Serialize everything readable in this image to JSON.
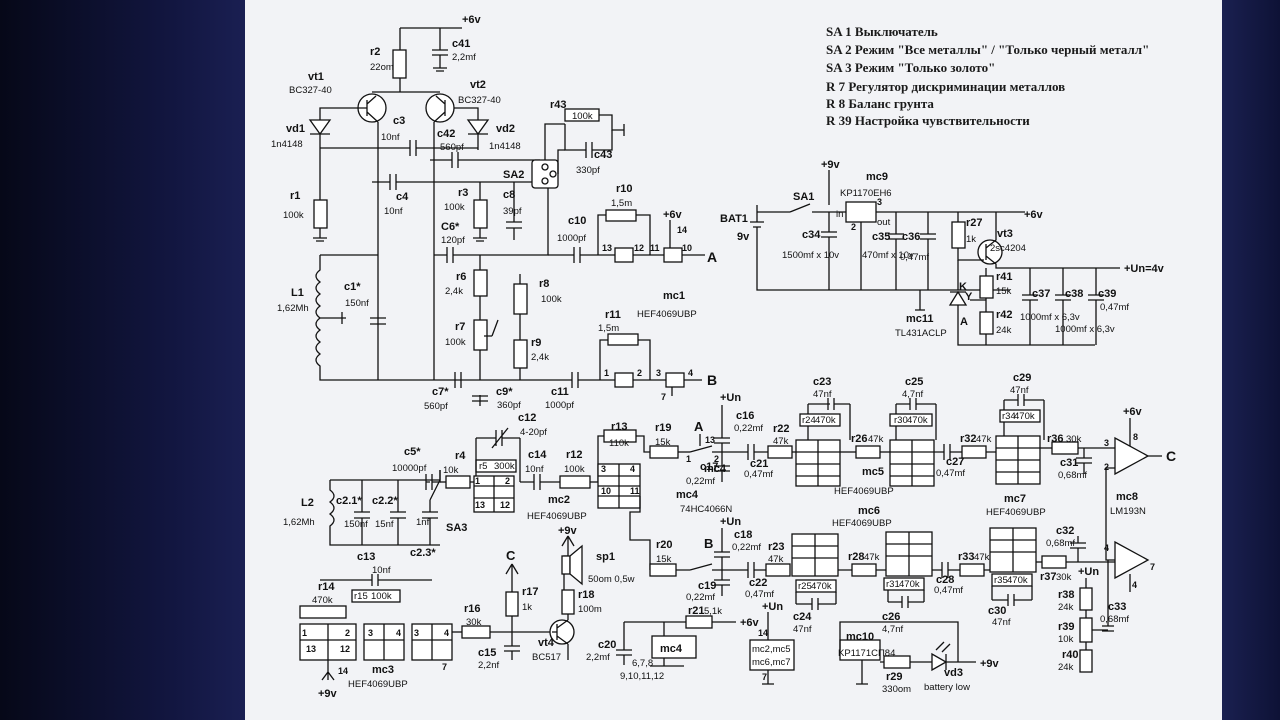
{
  "legend": [
    "SA 1 Выключатель",
    "SA 2 Режим \"Все металлы\" / \"Только черный металл\"",
    "SA 3 Режим \"Только золото\"",
    "R 7 Регулятор дискриминации металлов",
    "R 8 Баланс грунта",
    "R 39 Настройка чувствительности"
  ],
  "labels": {
    "p6v_top": "+6v",
    "c41": "c41",
    "c41v": "2,2mf",
    "r2": "r2",
    "r2v": "22om",
    "vt1": "vt1",
    "vt1t": "BC327-40",
    "vt2": "vt2",
    "vt2t": "BC327-40",
    "vd1": "vd1",
    "vd1t": "1n4148",
    "vd2": "vd2",
    "vd2t": "1n4148",
    "c3": "c3",
    "c3v": "10nf",
    "c42": "c42",
    "c42v": "560pf",
    "c4": "c4",
    "c4v": "10nf",
    "r1": "r1",
    "r1v": "100k",
    "r3": "r3",
    "r3v": "100k",
    "c8": "c8",
    "c8v": "39pf",
    "c6": "C6*",
    "c6v": "120pf",
    "sa2": "SA2",
    "r43": "r43",
    "r43v": "100k",
    "c43": "c43",
    "c43v": "330pf",
    "r10": "r10",
    "r10v": "1,5m",
    "c10": "c10",
    "c10v": "1000pf",
    "p6v_b": "+6v",
    "p13": "13",
    "p12": "12",
    "p11": "11",
    "p10": "10",
    "p14": "14",
    "outA": "A",
    "l1": "L1",
    "l1v": "1,62Mh",
    "c1": "c1*",
    "c1v": "150nf",
    "r6": "r6",
    "r6v": "2,4k",
    "r7": "r7",
    "r7v": "100k",
    "r8": "r8",
    "r8v": "100k",
    "r9": "r9",
    "r9v": "2,4k",
    "mc1": "mc1",
    "mc1t": "HEF4069UBP",
    "r11": "r11",
    "r11v": "1,5m",
    "c7": "c7*",
    "c7v": "560pf",
    "c9": "c9*",
    "c9v": "360pf",
    "c11": "c11",
    "c11v": "1000pf",
    "q1": "1",
    "q2": "2",
    "q3": "3",
    "q4": "4",
    "q7": "7",
    "outB": "B",
    "p9v": "+9v",
    "mc9": "mc9",
    "mc9t": "KP1170EH6",
    "sa1": "SA1",
    "bat1": "BAT1",
    "bat1v": "9v",
    "in": "in",
    "out": "out",
    "g": "2",
    "n3": "3",
    "c34": "c34",
    "c34v": "1500mf\nx\n10v",
    "c35": "c35",
    "c35v": "470mf x 10v",
    "c36": "c36",
    "c36v": "0,47mf",
    "p6v_c": "+6v",
    "r27": "r27",
    "r27v": "1k",
    "vt3": "vt3",
    "vt3t": "2sc4204",
    "r41": "r41",
    "r41v": "15k",
    "r42": "r42",
    "r42v": "24k",
    "mc11": "mc11",
    "mc11t": "TL431ACLP",
    "K": "K",
    "Y": "Y",
    "Akat": "A",
    "c37": "c37",
    "c38": "c38",
    "c39": "c39",
    "c37v": "1000mf x 6,3v",
    "c38v": "1000mf x 6,3v",
    "c39v": "0,47mf",
    "un4": "+Un=4v",
    "c12": "c12",
    "c12v": "4-20pf",
    "c5": "c5*",
    "c5v": "10000pf",
    "r4": "r4",
    "r4v": "10k",
    "r5": "r5",
    "r5v": "300k",
    "c14": "c14",
    "c14v": "10nf",
    "r12": "r12",
    "r12v": "100k",
    "mc2": "mc2",
    "mc2t": "HEF4069UBP",
    "r13": "r13",
    "r13v": "110k",
    "r19": "r19",
    "r19v": "15k",
    "inA": "A",
    "c16": "c16",
    "c16v": "0,22mf",
    "c17": "c17",
    "c17v": "0,22mf",
    "c21": "c21",
    "c21v": "0,47mf",
    "mc4": "mc4",
    "mc4t": "74HC4066N",
    "unA": "+Un",
    "r22": "r22",
    "r22v": "47k",
    "c23": "c23",
    "c23v": "47nf",
    "r24": "r24",
    "r24v": "470k",
    "r26": "r26",
    "r26v": "47k",
    "c25": "c25",
    "c25v": "4,7nf",
    "r30": "r30",
    "r30v": "470k",
    "mc5": "mc5",
    "mc5t": "HEF4069UBP",
    "c27": "c27",
    "c27v": "0,47mf",
    "r32": "r32",
    "r32v": "47k",
    "c29": "c29",
    "c29v": "47nf",
    "r34": "r34",
    "r34v": "470k",
    "mc7": "mc7",
    "mc7t": "HEF4069UBP",
    "r36": "r36",
    "r36v": "30k",
    "c31": "c31",
    "c31v": "0,68mf",
    "p6v_d": "+6v",
    "n8": "8",
    "outC": "C",
    "mc8": "mc8",
    "mc8t": "LM193N",
    "l2": "L2",
    "l2v": "1,62Mh",
    "c21s": "c2.1*",
    "c21sv": "150nf",
    "c22s": "c2.2*",
    "c22sv": "15nf",
    "c23s": "c2.3*",
    "c23sv": "1nf",
    "sa3": "SA3",
    "p9v_b": "+9v",
    "sp1": "sp1",
    "sp1v": "50om 0,5w",
    "r20": "r20",
    "r20v": "15k",
    "inB": "B",
    "unB": "+Un",
    "c18": "c18",
    "c18v": "0,22mf",
    "c19": "c19",
    "c19v": "0,22mf",
    "c22": "c22",
    "c22v": "0,47mf",
    "r23": "r23",
    "r23v": "47k",
    "r25": "r25",
    "r25v": "470k",
    "c24": "c24",
    "c24v": "47nf",
    "mc6": "mc6",
    "mc6t": "HEF4069UBP",
    "r28": "r28",
    "r28v": "47k",
    "r31": "r31",
    "r31v": "470k",
    "c26": "c26",
    "c26v": "4,7nf",
    "c28": "c28",
    "c28v": "0,47mf",
    "r33": "r33",
    "r33v": "47k",
    "r35": "r35",
    "r35v": "470k",
    "c30": "c30",
    "c30v": "47nf",
    "r37": "r37",
    "r37v": "30k",
    "c32": "c32",
    "c32v": "0,68mf",
    "unC": "+Un",
    "r38": "r38",
    "r38v": "24k",
    "r39": "r39",
    "r39v": "10k",
    "r40": "r40",
    "r40v": "24k",
    "c33": "c33",
    "c33v": "0,68mf",
    "c13": "c13",
    "c13v": "10nf",
    "r14": "r14",
    "r14v": "470k",
    "r15": "r15",
    "r15v": "100k",
    "mc3": "mc3",
    "mc3t": "HEF4069UBP",
    "p9v_c": "+9v",
    "r16": "r16",
    "r16v": "30k",
    "inC": "C",
    "r17": "r17",
    "r17v": "1k",
    "r18": "r18",
    "r18v": "100m",
    "c15": "c15",
    "c15v": "2,2nf",
    "vt4": "vt4",
    "vt4t": "BC517",
    "c20": "c20",
    "c20v": "2,2mf",
    "r21": "r21",
    "r21v": "5,1k",
    "p6v_e": "+6v",
    "mc4b": "mc4",
    "mc4p1": "6,7,8",
    "mc4p2": "9,10,11,12",
    "unD": "+Un",
    "mcgrp": "mc2,mc5",
    "mcgrp2": "mc6,mc7",
    "n14": "14",
    "n7": "7",
    "mc10": "mc10",
    "mc10t": "KP1171CП84",
    "r29": "r29",
    "r29v": "330om",
    "vd3": "vd3",
    "p9v_d": "+9v",
    "batlow": "battery low"
  }
}
